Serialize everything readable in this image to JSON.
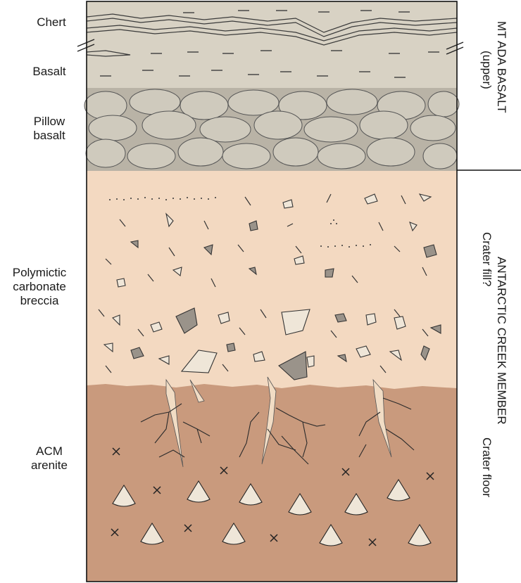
{
  "left_labels": {
    "chert": "Chert",
    "basalt": "Basalt",
    "pillow_basalt": [
      "Pillow",
      "basalt"
    ],
    "breccia": [
      "Polymictic",
      "carbonate",
      "breccia"
    ],
    "arenite": [
      "ACM",
      "arenite"
    ]
  },
  "right_labels": {
    "mt_ada": "MT ADA BASALT",
    "mt_ada_sub": "(upper)",
    "antarctic": "ANTARCTIC CREEK MEMBER",
    "crater_fill": "Crater fill?",
    "crater_floor": "Crater floor"
  },
  "colors": {
    "basalt": "#d8d2c4",
    "pillow": "#cfcabd",
    "breccia": "#f3d9c1",
    "arenite": "#c99a7d",
    "clast_dark": "#9a938a",
    "clast_light": "#efe6d8"
  }
}
